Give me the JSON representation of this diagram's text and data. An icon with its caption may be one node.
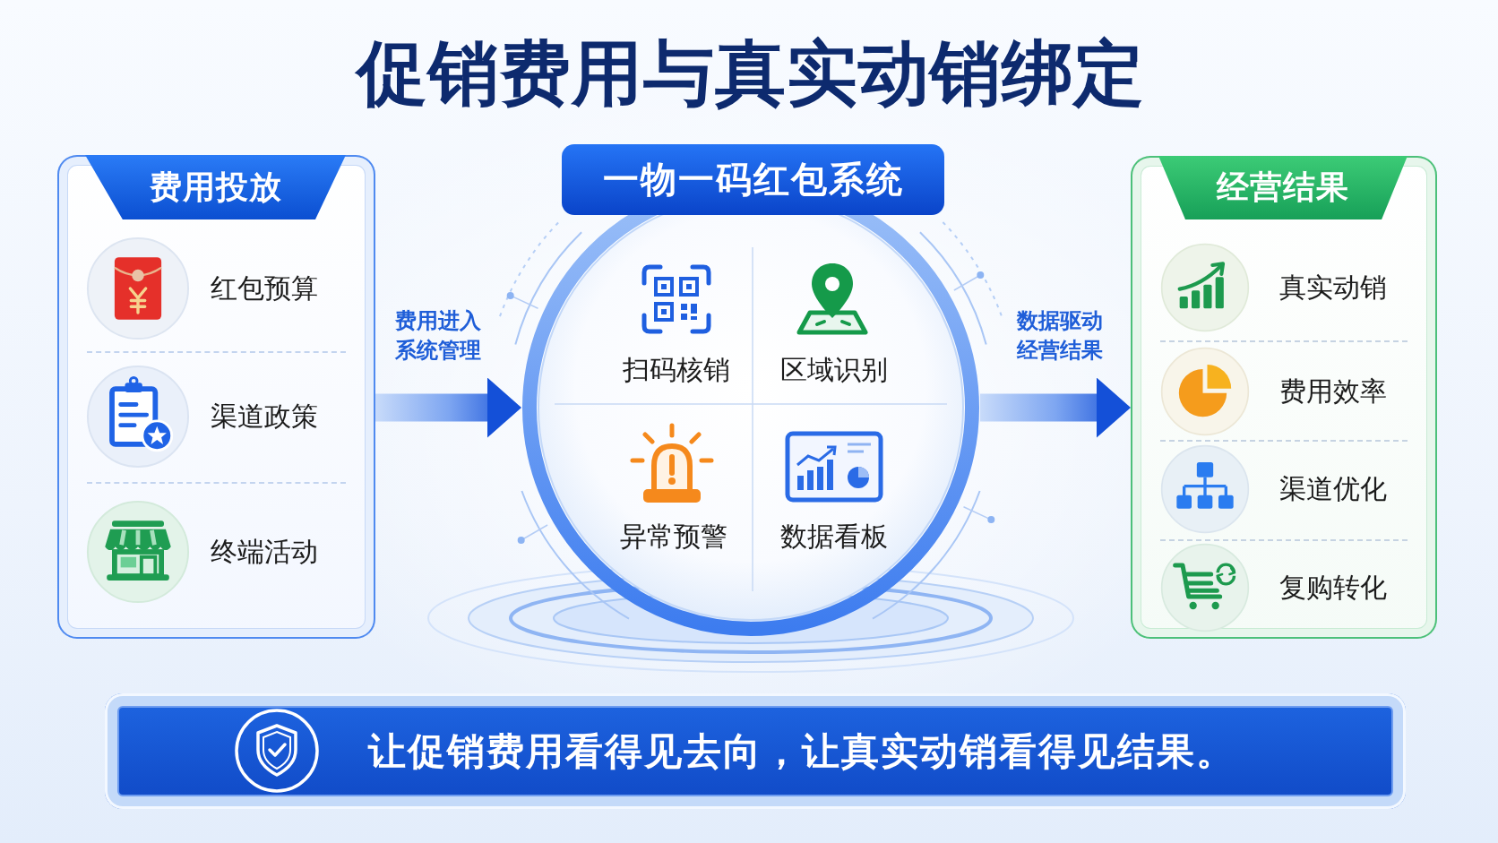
{
  "diagram": {
    "title": "促销费用与真实动销绑定",
    "nodes": [
      {
        "text": [
          "费用投放"
        ]
      },
      {
        "text": [
          "红包预算"
        ],
        "in": 0
      },
      {
        "text": [
          "渠道政策"
        ],
        "in": 0
      },
      {
        "text": [
          "终端活动"
        ],
        "in": 0
      },
      {
        "text": [
          "一物一码红包系统"
        ]
      },
      {
        "text": [
          "扫码核销"
        ],
        "in": 4
      },
      {
        "text": [
          "区域识别"
        ],
        "in": 4
      },
      {
        "text": [
          "异常预警"
        ],
        "in": 4
      },
      {
        "text": [
          "数据看板"
        ],
        "in": 4
      },
      {
        "text": [
          "经营结果"
        ]
      },
      {
        "text": [
          "真实动销"
        ],
        "in": 9
      },
      {
        "text": [
          "费用效率"
        ],
        "in": 9
      },
      {
        "text": [
          "渠道优化"
        ],
        "in": 9
      },
      {
        "text": [
          "复购转化"
        ],
        "in": 9
      },
      {
        "text": [
          "让促销费用看得见去向，让真实动销看得见结果。"
        ]
      }
    ],
    "edges": [
      {
        "from": 0,
        "to": 4,
        "arrow": "to",
        "label": "费用进入系统管理"
      },
      {
        "from": 4,
        "to": 9,
        "arrow": "to",
        "label": "数据驱动经营结果"
      }
    ]
  }
}
